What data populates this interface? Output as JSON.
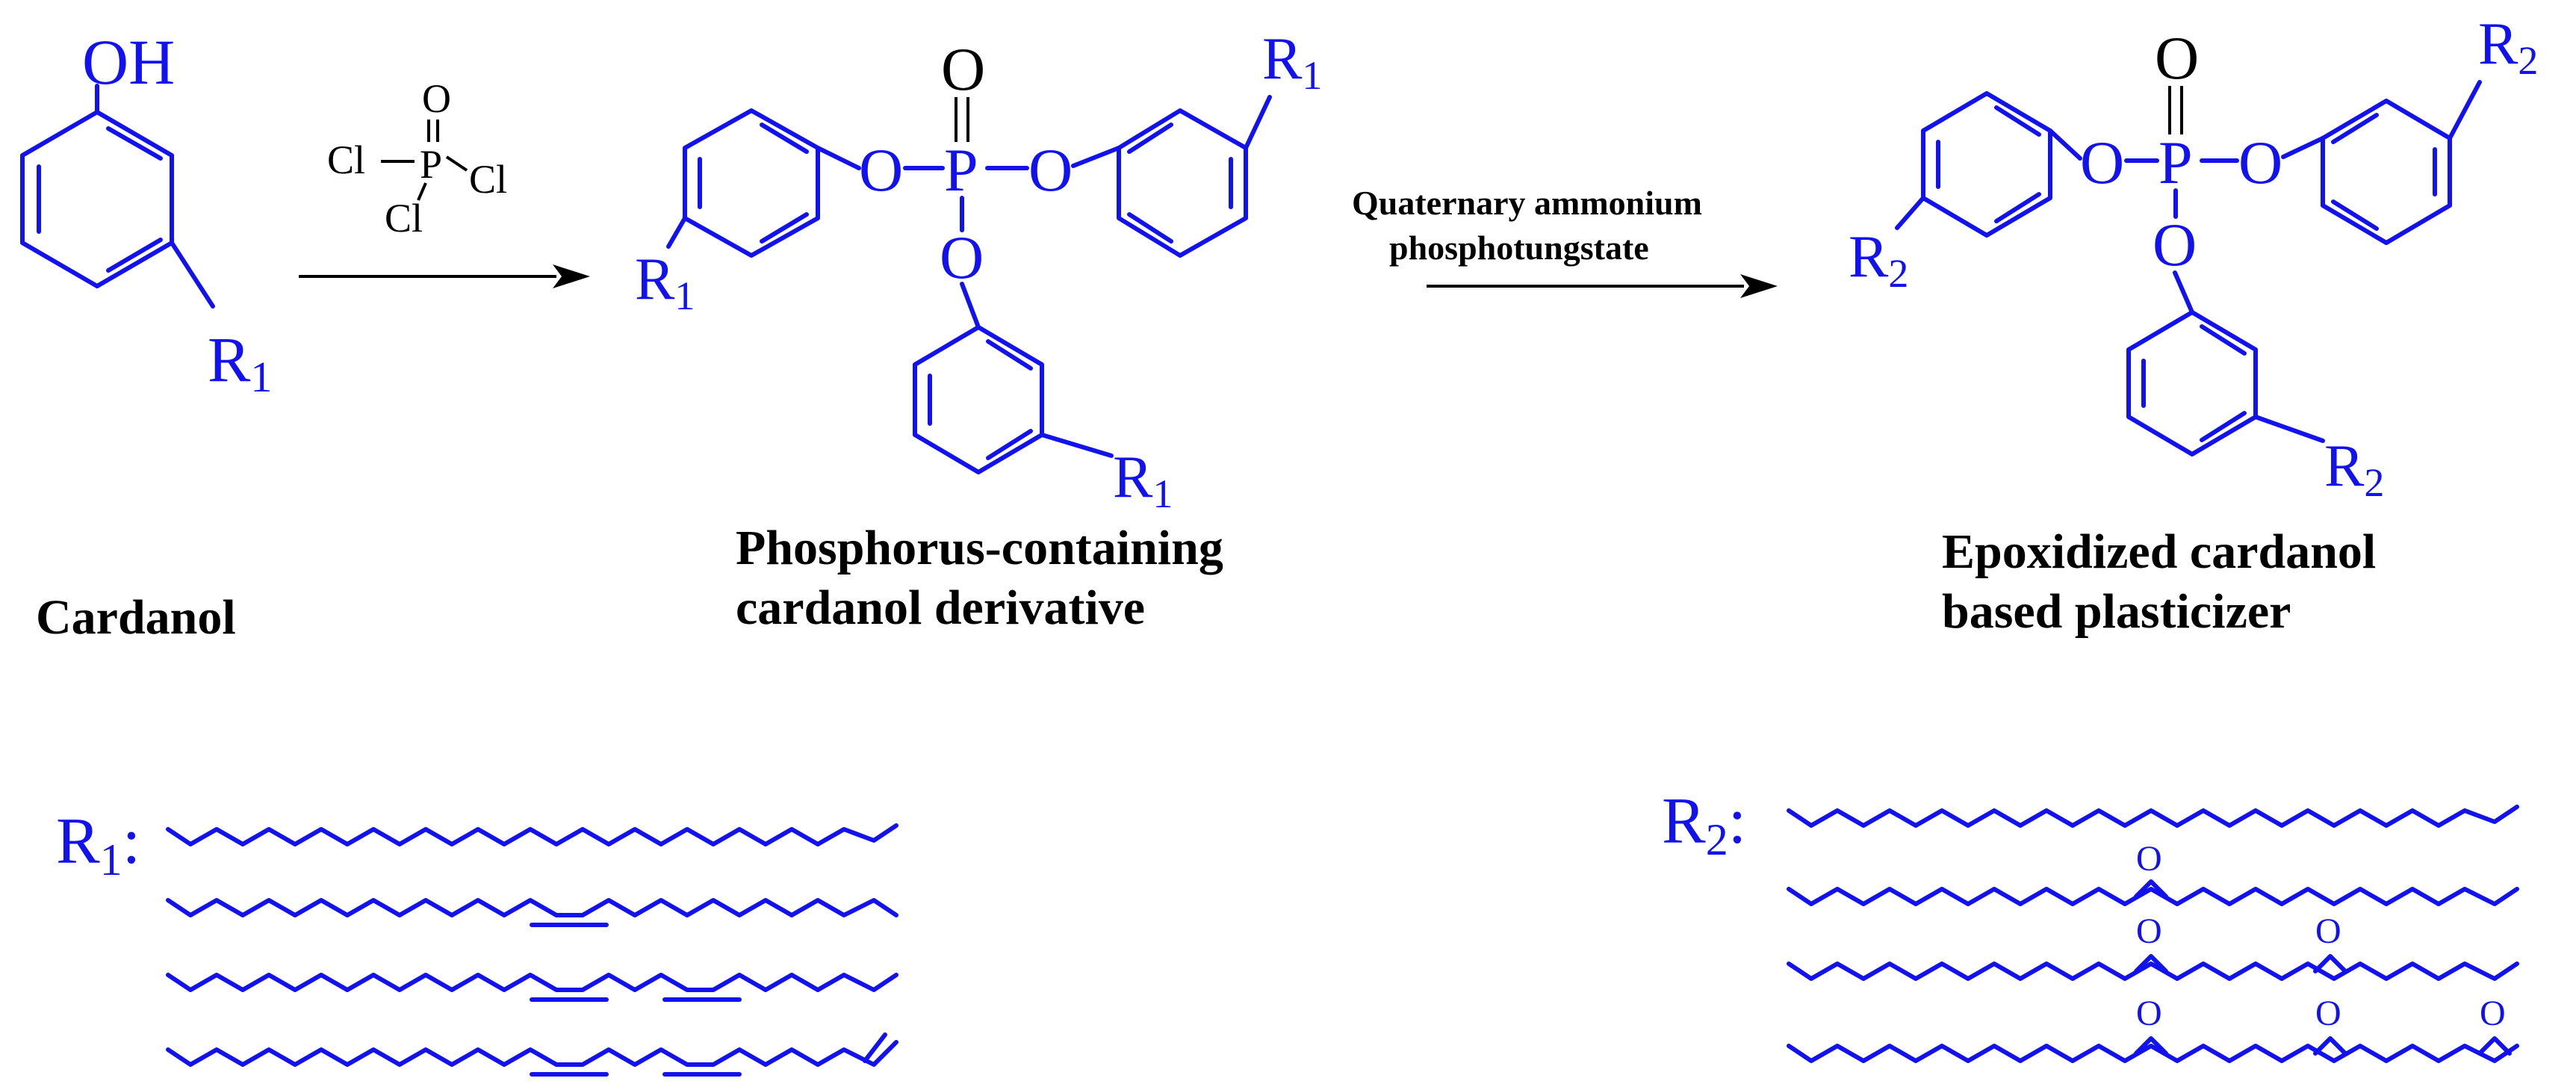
{
  "compounds": {
    "cardanol": {
      "label": "Cardanol",
      "oh": "OH",
      "r": "R",
      "r_sub": "1"
    },
    "phosphorus": {
      "label_line1": "Phosphorus-containing",
      "label_line2": "cardanol derivative"
    },
    "epoxidized": {
      "label_line1": "Epoxidized cardanol",
      "label_line2": "based plasticizer"
    }
  },
  "reagent": {
    "cl": "Cl",
    "p": "P",
    "o": "O"
  },
  "catalyst": {
    "line1": "Quaternary ammonium",
    "line2": "phosphotungstate"
  },
  "atoms": {
    "o": "O",
    "p": "P",
    "r": "R"
  },
  "r1": {
    "label": "R",
    "sub": "1",
    "colon": ":"
  },
  "r2": {
    "label": "R",
    "sub": "2",
    "colon": ":"
  },
  "colors": {
    "structure": "#1212ee",
    "text": "#000000"
  }
}
